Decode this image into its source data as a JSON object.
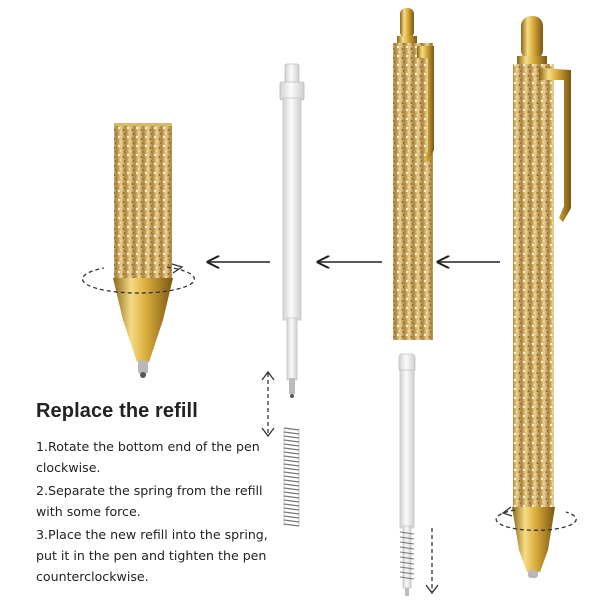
{
  "instructions": {
    "title": "Replace the refill",
    "steps": [
      "1.Rotate the bottom end of the pen clockwise.",
      "2.Separate the spring from the refill with some force.",
      "3.Place the new refill into the spring, put it in the pen and tighten the pen counterclockwise."
    ]
  },
  "colors": {
    "gold": "#c9a227",
    "glitter_light": "#e3c57e",
    "glitter_dark": "#a8823c",
    "refill_white": "#f1f1f1",
    "arrow": "#222222"
  },
  "icons": [
    "left-arrow-icon",
    "rotate-clockwise-icon",
    "rotate-counterclockwise-icon",
    "double-arrow-icon",
    "spring-icon"
  ]
}
